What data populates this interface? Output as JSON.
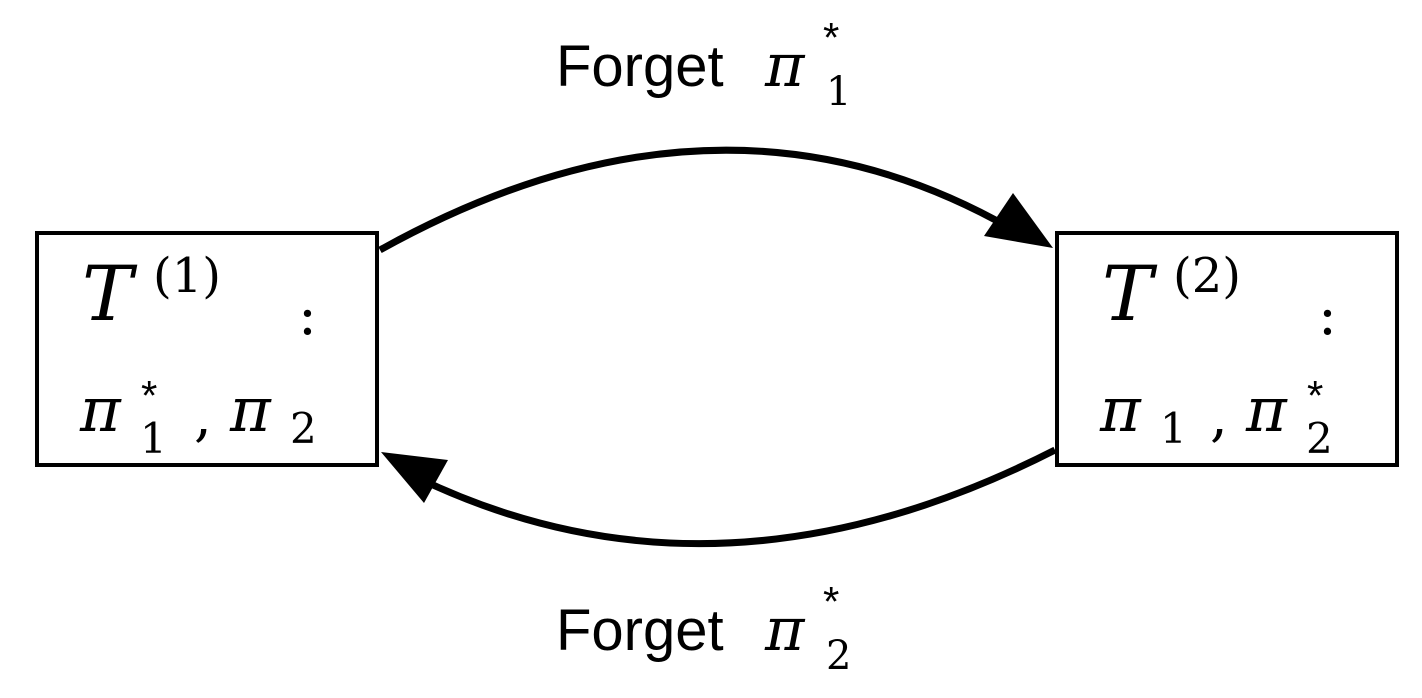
{
  "diagram": {
    "edge_top": {
      "label_word": "Forget",
      "label_symbol": "π",
      "label_sub": "1",
      "label_sup": "*"
    },
    "edge_bottom": {
      "label_word": "Forget",
      "label_symbol": "π",
      "label_sub": "2",
      "label_sup": "*"
    },
    "node_left": {
      "symbol": "T",
      "superscript": "(1)",
      "colon": ":",
      "pi_a": "π",
      "pi_a_sub": "1",
      "pi_a_sup": "*",
      "comma": ",",
      "pi_b": "π",
      "pi_b_sub": "2"
    },
    "node_right": {
      "symbol": "T",
      "superscript": "(2)",
      "colon": ":",
      "pi_a": "π",
      "pi_a_sub": "1",
      "comma": ",",
      "pi_b": "π",
      "pi_b_sub": "2",
      "pi_b_sup": "*"
    },
    "colors": {
      "stroke": "#000000",
      "background": "#ffffff"
    }
  }
}
